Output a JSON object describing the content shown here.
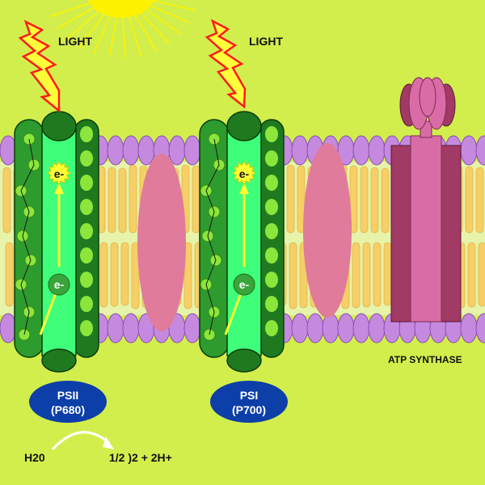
{
  "labels": {
    "light_left": "LIGHT",
    "light_right": "LIGHT",
    "atp_synthase": "ATP SYNTHASE",
    "psii_line1": "PSII",
    "psii_line2": "(P680)",
    "psi_line1": "PSI",
    "psi_line2": "(P700)",
    "electron": "e-",
    "water": "H20",
    "products": "1/2 )2 + 2H+"
  },
  "colors": {
    "background": "#d2ee4c",
    "sun": "#fff200",
    "lightning_fill": "#ffff3a",
    "lightning_stroke": "#ff1a1a",
    "phospholipid_head": "#c58ae0",
    "lipid_tail": "#f6cf66",
    "membrane_core": "#e6f3a8",
    "protein_pink": "#e07b9b",
    "photosystem_dark_green": "#1f7a1f",
    "photosystem_mid_green": "#2d9b2d",
    "photosystem_core": "#3fff7a",
    "photosystem_dot": "#8be63b",
    "electron_yellow": "#ffff33",
    "atp_synthase_dark": "#a13a64",
    "atp_synthase_light": "#d96ca6",
    "badge_blue": "#0d3fa8",
    "text_dark": "#111111",
    "text_white": "#ffffff"
  }
}
